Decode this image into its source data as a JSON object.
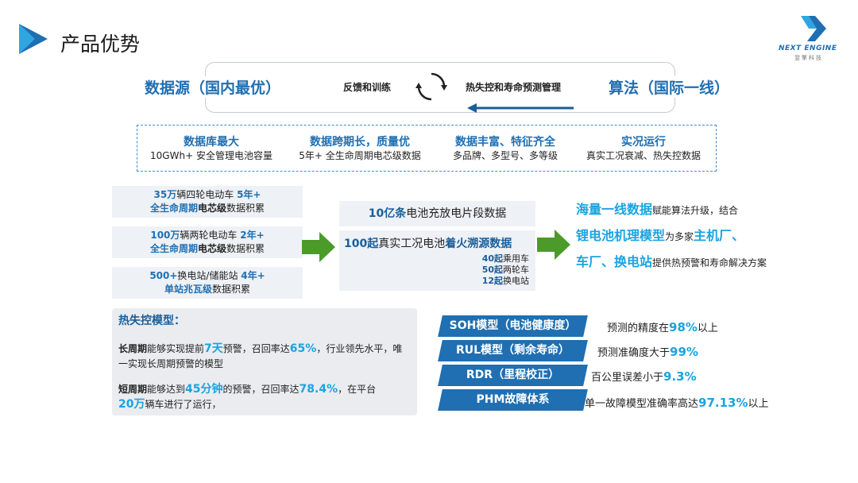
{
  "header": {
    "title": "产品优势",
    "brand": "NEXT ENGINE",
    "brand_sub": "翌擎科技"
  },
  "flow": {
    "left": "数据源（国内最优）",
    "right": "算法（国际一线）",
    "mid_left": "反馈和训练",
    "mid_right": "热失控和寿命预测管理"
  },
  "features": [
    {
      "title": "数据库最大",
      "desc": "10GWh+ 安全管理电池容量"
    },
    {
      "title": "数据跨期长，质量优",
      "desc": "5年+ 全生命周期电芯级数据"
    },
    {
      "title": "数据丰富、特征齐全",
      "desc": "多品牌、多型号、多等级"
    },
    {
      "title": "实况运行",
      "desc": "真实工况衰减、热失控数据"
    }
  ],
  "left_boxes": [
    {
      "l1a": "35万",
      "l1b": "辆四轮电动车 ",
      "l1c": "5年+",
      "l2a": "全生命周期",
      "l2b": "电芯级",
      "l2c": "数据积累"
    },
    {
      "l1a": "100万",
      "l1b": "辆两轮电动车 ",
      "l1c": "2年+",
      "l2a": "全生命周期",
      "l2b": "电芯级",
      "l2c": "数据积累"
    },
    {
      "l1a": "500+",
      "l1b": "换电站/储能站 ",
      "l1c": "4年+",
      "l2a": "单站兆瓦级",
      "l2b": "",
      "l2c": "数据积累"
    }
  ],
  "middle": {
    "box1_a": "10亿条",
    "box1_b": "电池充放电片段数据",
    "box2_a": "100起",
    "box2_b": "真实工况电池",
    "box2_c": "着火溯源数据",
    "rows": [
      {
        "n": "40起",
        "t": "乘用车"
      },
      {
        "n": "50起",
        "t": "两轮车"
      },
      {
        "n": "12起",
        "t": "换电站"
      }
    ]
  },
  "right_text": {
    "p1": "海量一线数据",
    "p2": "赋能算法升级，结合",
    "p3": "锂电池机理模型",
    "p4": "为多家",
    "p5": "主机厂、",
    "p6": "车厂、换电站",
    "p7": "提供热预警和寿命解决方案"
  },
  "thermal": {
    "title": "热失控模型：",
    "p1_a": "长周期",
    "p1_b": "能够实现提前",
    "p1_c": "7天",
    "p1_d": "预警，召回率达",
    "p1_e": "65%",
    "p1_f": "，行业领先水平，唯一实现长周期预警的模型",
    "p2_a": "短周期",
    "p2_b": "能够达到",
    "p2_c": "45分钟",
    "p2_d": "的预警，召回率达",
    "p2_e": "78.4%",
    "p2_f": "，在平台",
    "p2_g": "20万",
    "p2_h": "辆车进行了运行，"
  },
  "metrics": [
    {
      "label": "SOH模型（电池健康度）",
      "pre": "预测的精度在",
      "val": "98%",
      "post": "以上"
    },
    {
      "label": "RUL模型（剩余寿命）",
      "pre": "预测准确度大于",
      "val": "99%",
      "post": ""
    },
    {
      "label": "RDR（里程校正）",
      "pre": "百公里误差小于",
      "val": "9.3%",
      "post": ""
    },
    {
      "label": "PHM故障体系",
      "pre": "单一故障模型准确率高达",
      "val": "97.13%",
      "post": "以上"
    }
  ],
  "colors": {
    "primary": "#1f6fb2",
    "accent": "#1aa3e0",
    "arrow": "#4c9a2a",
    "panel": "#eef1f5"
  }
}
